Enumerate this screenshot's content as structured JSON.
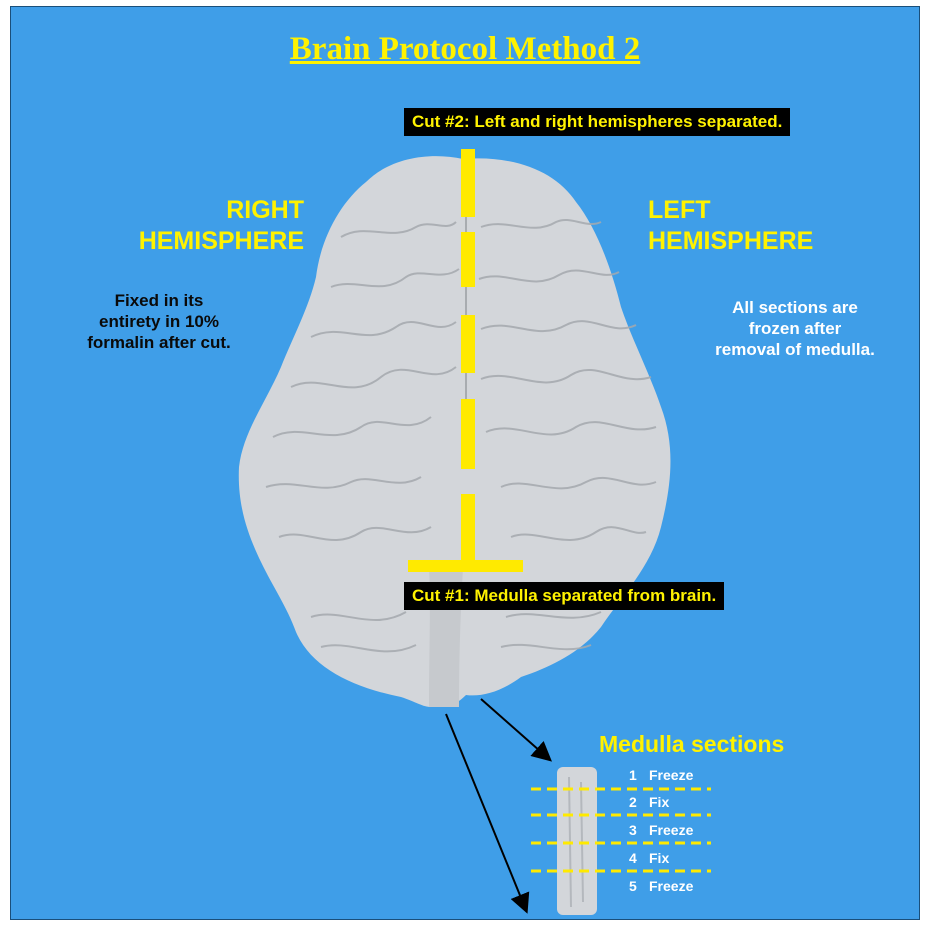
{
  "title": "Brain Protocol Method 2",
  "cut2": {
    "tag": "Cut #2:",
    "text": "Left and right hemispheres separated."
  },
  "cut1": {
    "tag": "Cut #1:",
    "text": "Medulla separated from brain."
  },
  "right_hemisphere": {
    "line1": "RIGHT",
    "line2": "HEMISPHERE"
  },
  "left_hemisphere": {
    "line1": "LEFT",
    "line2": "HEMISPHERE"
  },
  "right_note": [
    "Fixed in its",
    "entirety in 10%",
    "formalin after cut."
  ],
  "left_note": [
    "All sections are",
    "frozen after",
    "removal of medulla."
  ],
  "medulla_title": "Medulla sections",
  "sections": [
    {
      "num": "1",
      "label": "Freeze"
    },
    {
      "num": "2",
      "label": "Fix"
    },
    {
      "num": "3",
      "label": "Freeze"
    },
    {
      "num": "4",
      "label": "Fix"
    },
    {
      "num": "5",
      "label": "Freeze"
    }
  ],
  "colors": {
    "background": "#3f9ee8",
    "accent": "#fff200",
    "brain": "#d3d6da",
    "label_bg": "#000000"
  }
}
